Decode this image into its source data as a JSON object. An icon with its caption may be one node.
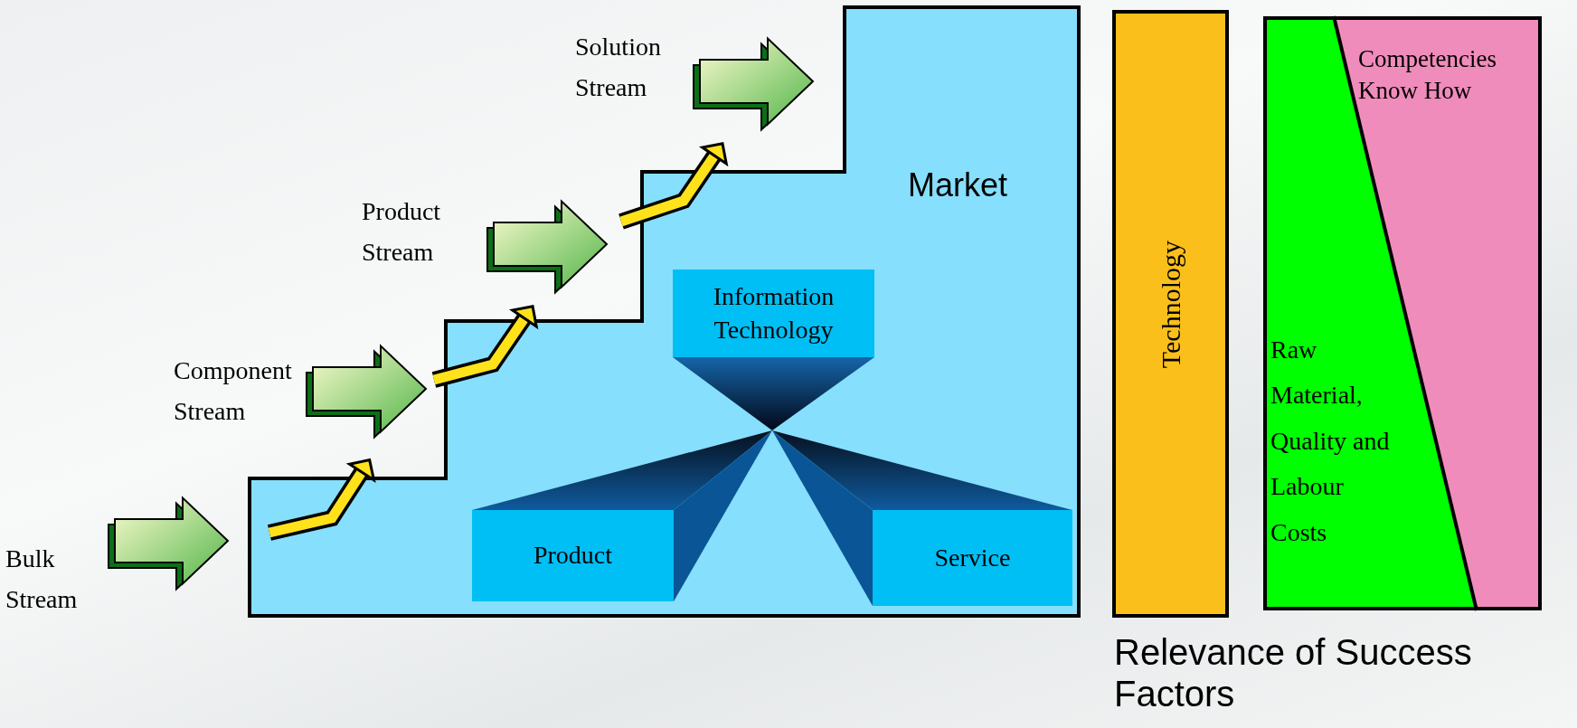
{
  "diagram": {
    "nodes": [
      {
        "text": [
          "Market"
        ]
      },
      {
        "text": [
          "Information Technology"
        ],
        "in": 0
      },
      {
        "text": [
          "Product"
        ],
        "in": 0
      },
      {
        "text": [
          "Service"
        ],
        "in": 0
      },
      {
        "text": [
          "Bulk Stream"
        ]
      },
      {
        "text": [
          "Component Stream"
        ]
      },
      {
        "text": [
          "Product Stream"
        ]
      },
      {
        "text": [
          "Solution Stream"
        ]
      },
      {
        "text": [
          "Technology"
        ]
      },
      {
        "text": [
          "Competencies Know How"
        ]
      },
      {
        "text": [
          "Raw Material, Quality and Labour Costs"
        ]
      }
    ],
    "edges": [
      {
        "from": 4,
        "to": null,
        "arrow": "to"
      },
      {
        "from": 5,
        "to": null,
        "arrow": "to"
      },
      {
        "from": 6,
        "to": null,
        "arrow": "to"
      },
      {
        "from": 7,
        "to": null,
        "arrow": "to"
      }
    ],
    "labels": [
      "Relevance of Success Factors"
    ]
  }
}
